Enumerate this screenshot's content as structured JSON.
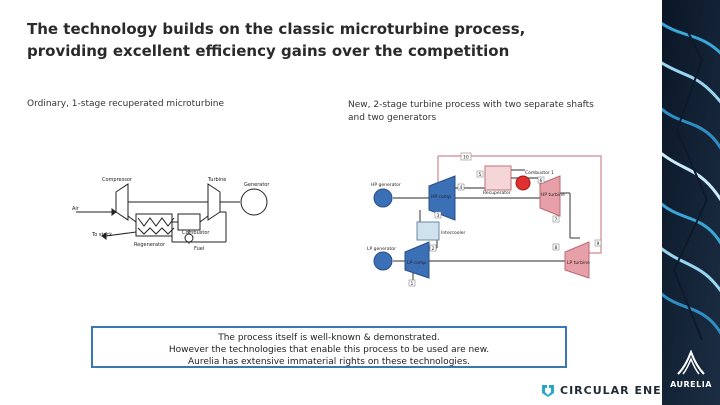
{
  "title": {
    "line1": "The technology builds on the classic microturbine process,",
    "line2": "providing excellent efficiency gains over the competition"
  },
  "left_caption": "Ordinary, 1-stage recuperated microturbine",
  "right_caption": "New, 2-stage turbine process with two  separate shafts and two generators",
  "left_diagram": {
    "labels": {
      "compressor": "Compressor",
      "turbine": "Turbine",
      "generator": "Generator",
      "air": "Air",
      "to_stack": "To stack",
      "regenerator": "Regenerator",
      "combustor": "Combustor",
      "fuel": "Fuel"
    }
  },
  "right_diagram": {
    "labels": {
      "hp_generator": "HP generator",
      "hp_comp": "HP comp",
      "recuperator": "Recuperator",
      "combustor": "Combustor 1",
      "hp_turbine": "HP turbine",
      "intercooler": "Intercooler",
      "lp_generator": "LP generator",
      "lp_comp": "LP comp",
      "lp_turbine": "LP turbine"
    },
    "stations": [
      "1",
      "2",
      "3",
      "4",
      "5",
      "6",
      "7",
      "8",
      "9",
      "10"
    ]
  },
  "note": {
    "line1": "The process itself is well-known & demonstrated.",
    "line2": "However the technologies that enable this process to be used are new.",
    "line3": "Aurelia has extensive immaterial rights on these technologies."
  },
  "footer": {
    "brand": "CIRCULAR ENERGY",
    "logo_text": "AURELIA"
  },
  "colors": {
    "compressor_blue": "#3b6fb6",
    "turbine_pink": "#e8a0a8",
    "combustor_red": "#e03030",
    "note_border": "#3a78b4"
  }
}
